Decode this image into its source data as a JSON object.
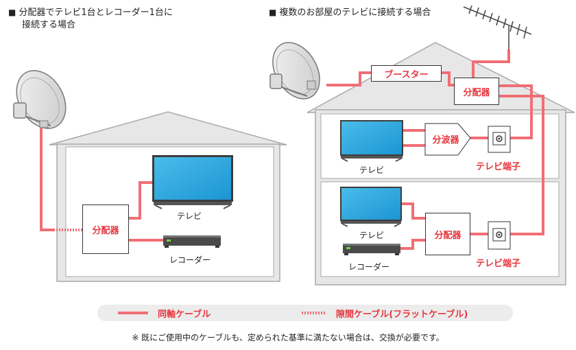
{
  "left": {
    "heading_line1": "分配器でテレビ1台とレコーダー1台に",
    "heading_line2": "接続する場合",
    "splitter": "分配器",
    "tv": "テレビ",
    "recorder": "レコーダー"
  },
  "right": {
    "heading": "複数のお部屋のテレビに接続する場合",
    "booster": "ブースター",
    "splitter_top": "分配器",
    "combiner": "分波器",
    "tv_upper": "テレビ",
    "terminal_upper": "テレビ端子",
    "tv_lower": "テレビ",
    "recorder_lower": "レコーダー",
    "splitter_lower": "分配器",
    "terminal_lower": "テレビ端子"
  },
  "legend": {
    "coax": "同軸ケーブル",
    "gap": "隙間ケーブル(フラットケーブル)"
  },
  "note": "※ 既にご使用中のケーブルも、定められた基準に満たない場合は、交換が必要です。",
  "colors": {
    "cable": "#f06e74",
    "label_red": "#e5363d",
    "house_fill": "#e7e7e7",
    "house_stroke": "#a8a8a8",
    "tv_screen": "#29a7e0"
  },
  "icons": [
    "satellite-dish-icon",
    "antenna-icon",
    "tv-icon",
    "recorder-icon",
    "wall-terminal-icon"
  ]
}
